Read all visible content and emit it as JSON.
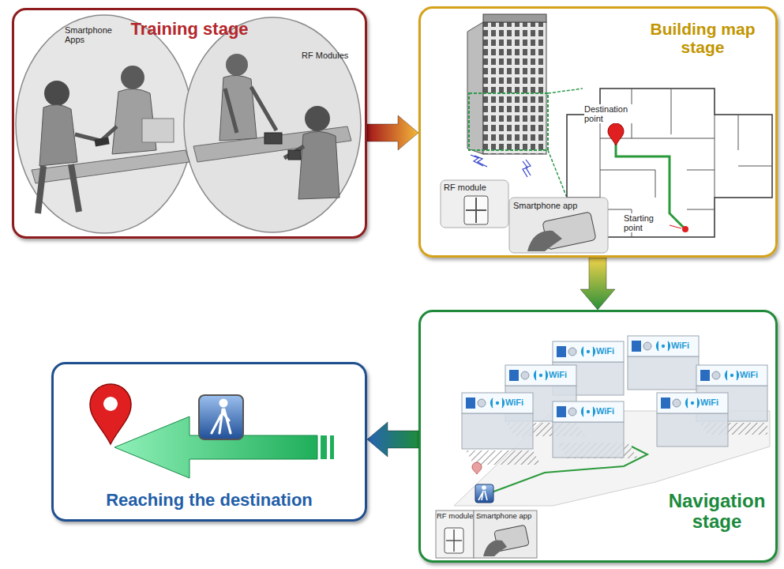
{
  "diagram": {
    "nodes": [
      {
        "text": [
          "Training stage"
        ]
      },
      {
        "text": [
          "Building map stage"
        ]
      },
      {
        "text": [
          "Navigation stage"
        ]
      },
      {
        "text": [
          "Reaching the destination"
        ]
      }
    ],
    "edges": [
      {
        "from": 0,
        "to": 1,
        "arrow": "to"
      },
      {
        "from": 1,
        "to": 2,
        "arrow": "to"
      },
      {
        "from": 2,
        "to": 3,
        "arrow": "to"
      }
    ],
    "labels": [
      "Smartphone Apps",
      "RF Modules",
      "Destination point",
      "Starting point",
      "RF module",
      "Smartphone app",
      "RF module",
      "Smartphone app",
      "WiFi",
      "WiFi",
      "WiFi",
      "WiFi",
      "WiFi",
      "WiFi",
      "WiFi"
    ]
  }
}
